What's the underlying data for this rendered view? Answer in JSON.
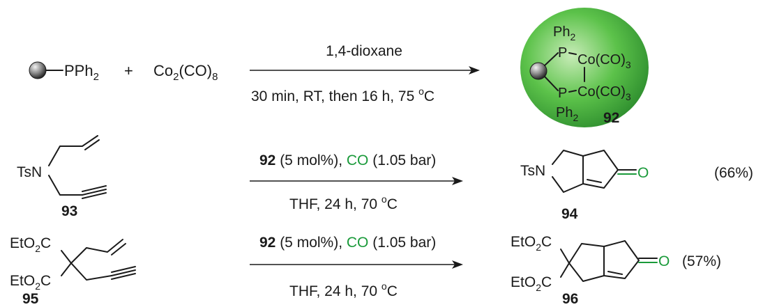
{
  "colors": {
    "accent_green": "#1a9a3a",
    "sphere_green": "#5cc24a",
    "text": "#1a1a1a"
  },
  "row1": {
    "reagent_group": "PPh",
    "reagent_group_sub": "2",
    "plus": "+",
    "co_a": "Co",
    "co_a_sub": "2",
    "co_b": "(CO)",
    "co_b_sub": "8",
    "above": "1,4-dioxane",
    "below": "30 min, RT, then 16 h, 75 ",
    "below_sup": "o",
    "below_unit": "C",
    "product": {
      "ph_top": "Ph",
      "ph_top_sub": "2",
      "p_top": "P",
      "co_top": "Co(CO)",
      "co_top_sub": "3",
      "p_bottom": "P",
      "co_bottom": "Co(CO)",
      "co_bottom_sub": "3",
      "ph_bottom": "Ph",
      "ph_bottom_sub": "2",
      "number": "92"
    }
  },
  "row2": {
    "substrate_label": "TsN",
    "substrate_number": "93",
    "catalyst": "92",
    "loading": " (5 mol%), ",
    "co": "CO",
    "pressure": " (1.05 bar)",
    "conditions": "THF, 24 h, 70 ",
    "conditions_sup": "o",
    "conditions_unit": "C",
    "product_label": "TsN",
    "product_oxygen": "O",
    "product_number": "94",
    "yield": "(66%)"
  },
  "row3": {
    "ester_top": "EtO",
    "ester_top_sub": "2",
    "ester_top_c": "C",
    "ester_bottom": "EtO",
    "ester_bottom_sub": "2",
    "ester_bottom_c": "C",
    "substrate_number": "95",
    "catalyst": "92",
    "loading": " (5 mol%), ",
    "co": "CO",
    "pressure": " (1.05 bar)",
    "conditions": "THF, 24 h, 70 ",
    "conditions_sup": "o",
    "conditions_unit": "C",
    "product_ester_top": "EtO",
    "product_ester_top_sub": "2",
    "product_ester_top_c": "C",
    "product_ester_bottom": "EtO",
    "product_ester_bottom_sub": "2",
    "product_ester_bottom_c": "C",
    "product_oxygen": "O",
    "product_number": "96",
    "yield": "(57%)"
  }
}
